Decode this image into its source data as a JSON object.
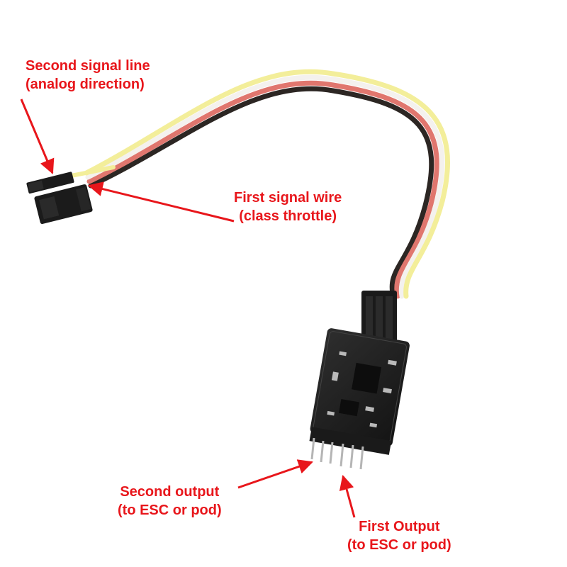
{
  "annotations": {
    "second_signal": {
      "line1": "Second signal line",
      "line2": "(analog direction)"
    },
    "first_signal": {
      "line1": "First signal wire",
      "line2": "(class throttle)"
    },
    "second_output": {
      "line1": "Second output",
      "line2": "(to ESC or pod)"
    },
    "first_output": {
      "line1": "First Output",
      "line2": "(to ESC or pod)"
    }
  },
  "colors": {
    "label_red": "#e8161b",
    "wire_yellow": "#f3ee9a",
    "wire_white": "#f4f1ee",
    "wire_red": "#e0766e",
    "wire_black": "#2c2623",
    "pcb": "#1f1f1f",
    "background": "#ffffff"
  }
}
